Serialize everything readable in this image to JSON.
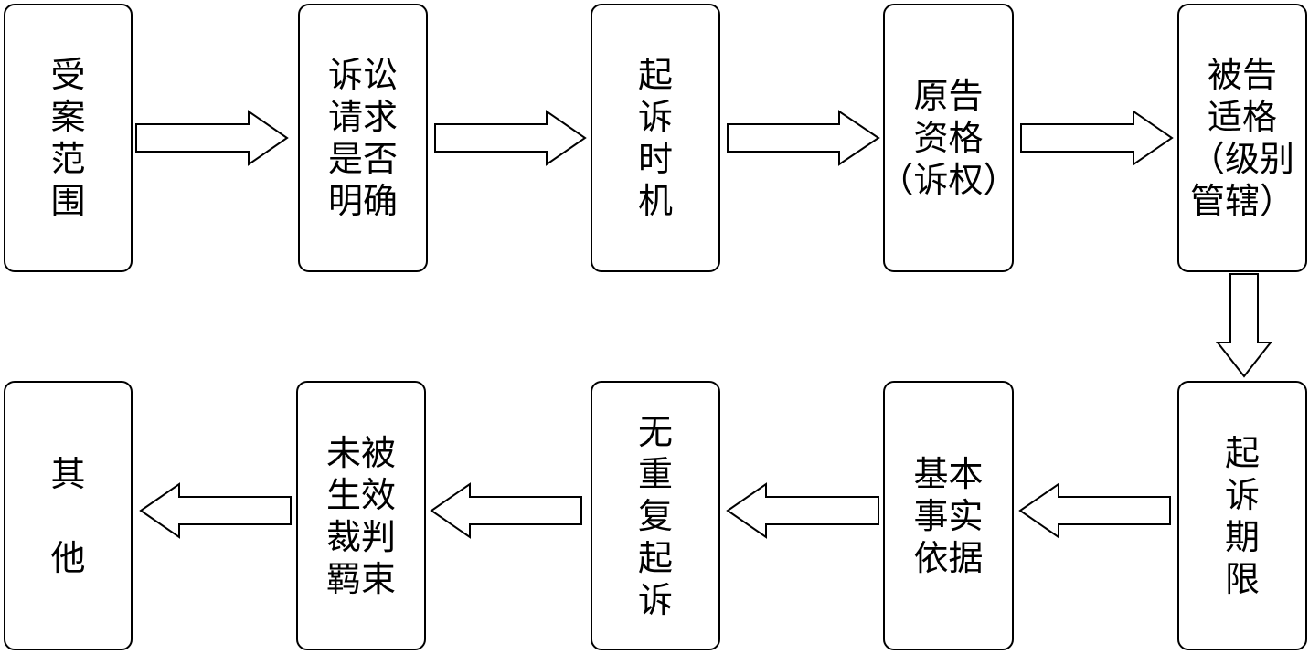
{
  "nodes": [
    {
      "id": "n1",
      "label": "受\n案\n范\n围"
    },
    {
      "id": "n2",
      "label": "诉讼\n请求\n是否\n明确"
    },
    {
      "id": "n3",
      "label": "起\n诉\n时\n机"
    },
    {
      "id": "n4",
      "label": "原告\n资格\n（诉权）"
    },
    {
      "id": "n5",
      "label": "被告\n适格\n（级别\n管辖）"
    },
    {
      "id": "n6",
      "label": "起\n诉\n期\n限"
    },
    {
      "id": "n7",
      "label": "基本\n事实\n依据"
    },
    {
      "id": "n8",
      "label": "无\n重\n复\n起\n诉"
    },
    {
      "id": "n9",
      "label": "未被\n生效\n裁判\n羁束"
    },
    {
      "id": "n10",
      "label": "其\n\n他"
    }
  ],
  "edges": [
    {
      "from": "n1",
      "to": "n2"
    },
    {
      "from": "n2",
      "to": "n3"
    },
    {
      "from": "n3",
      "to": "n4"
    },
    {
      "from": "n4",
      "to": "n5"
    },
    {
      "from": "n5",
      "to": "n6"
    },
    {
      "from": "n6",
      "to": "n7"
    },
    {
      "from": "n7",
      "to": "n8"
    },
    {
      "from": "n8",
      "to": "n9"
    },
    {
      "from": "n9",
      "to": "n10"
    }
  ]
}
